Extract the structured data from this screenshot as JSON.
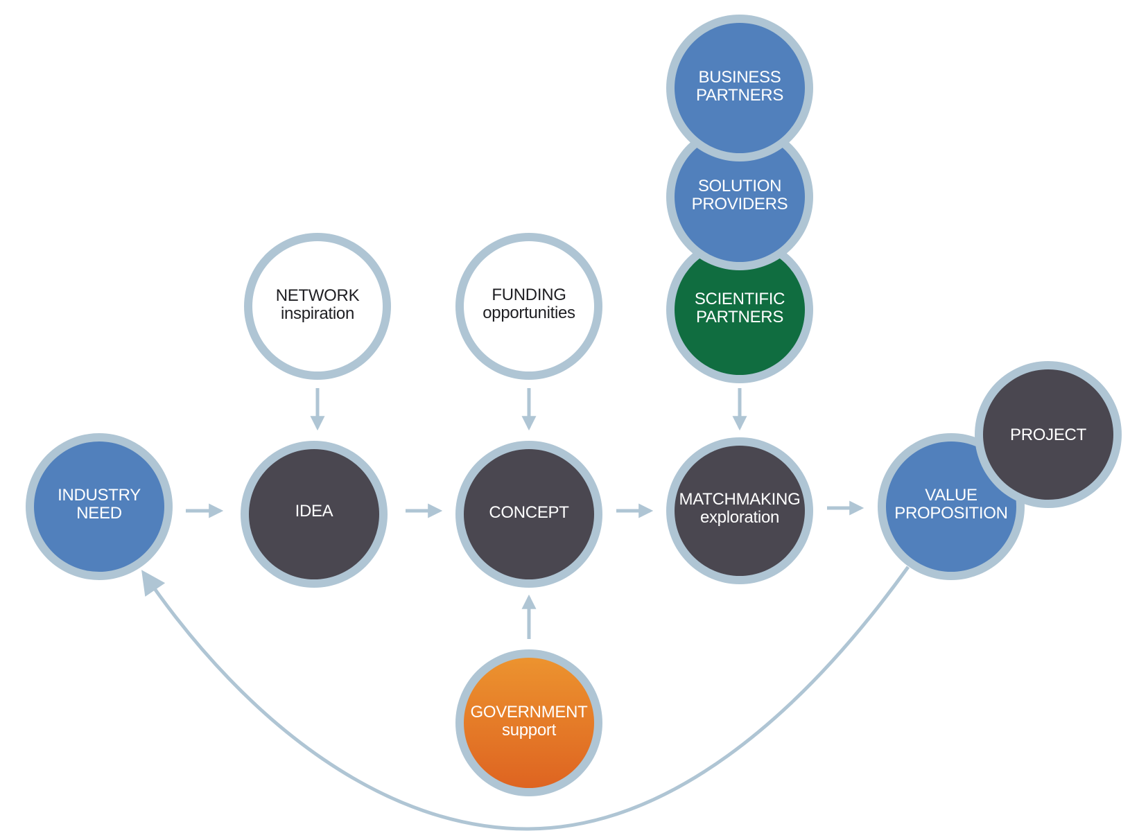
{
  "colors": {
    "ring": "#afc5d4",
    "connector": "#afc5d4",
    "blue": "#5180bc",
    "dark": "#4a4750",
    "green": "#106d40",
    "white": "#ffffff",
    "orange_top": "#ec932f",
    "orange_bottom": "#de6421"
  },
  "nodes": {
    "industry_need": {
      "line1": "INDUSTRY",
      "line2": "NEED"
    },
    "idea": {
      "line1": "IDEA"
    },
    "concept": {
      "line1": "CONCEPT"
    },
    "matchmaking": {
      "line1": "MATCHMAKING",
      "line2": "exploration"
    },
    "value_proposition": {
      "line1": "VALUE",
      "line2": "PROPOSITION"
    },
    "project": {
      "line1": "PROJECT"
    },
    "network": {
      "line1": "NETWORK",
      "line2": "inspiration"
    },
    "funding": {
      "line1": "FUNDING",
      "line2": "opportunities"
    },
    "government": {
      "line1": "GOVERNMENT",
      "line2": "support"
    },
    "business_partners": {
      "line1": "BUSINESS",
      "line2": "PARTNERS"
    },
    "solution_providers": {
      "line1": "SOLUTION",
      "line2": "PROVIDERS"
    },
    "scientific_partners": {
      "line1": "SCIENTIFIC",
      "line2": "PARTNERS"
    }
  }
}
